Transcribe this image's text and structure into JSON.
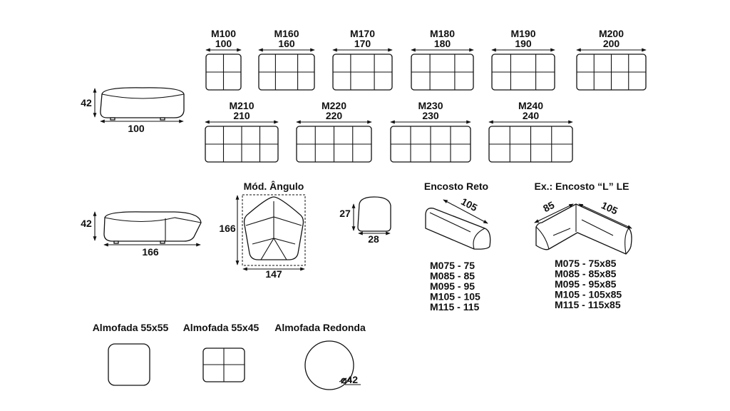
{
  "modules": [
    {
      "code": "M100",
      "width": "100",
      "cols": 2
    },
    {
      "code": "M160",
      "width": "160",
      "cols": 3
    },
    {
      "code": "M170",
      "width": "170",
      "cols": 3
    },
    {
      "code": "M180",
      "width": "180",
      "cols": 3
    },
    {
      "code": "M190",
      "width": "190",
      "cols": 3
    },
    {
      "code": "M200",
      "width": "200",
      "cols": 4
    },
    {
      "code": "M210",
      "width": "210",
      "cols": 4
    },
    {
      "code": "M220",
      "width": "220",
      "cols": 4
    },
    {
      "code": "M230",
      "width": "230",
      "cols": 4
    },
    {
      "code": "M240",
      "width": "240",
      "cols": 4
    }
  ],
  "ottoman_100": {
    "height": "42",
    "width": "100"
  },
  "ottoman_166": {
    "height": "42",
    "width": "166"
  },
  "angle_module": {
    "title": "Mód. Ângulo",
    "depth": "166",
    "width": "147"
  },
  "small_seat": {
    "height": "27",
    "width": "28"
  },
  "straight_back": {
    "title": "Encosto Reto",
    "length": "105",
    "sizes": [
      "M075 - 75",
      "M085 - 85",
      "M095 - 95",
      "M105 - 105",
      "M115 - 115"
    ]
  },
  "l_back": {
    "title": "Ex.: Encosto “L” LE",
    "side_a": "85",
    "side_b": "105",
    "sizes": [
      "M075 - 75x85",
      "M085 - 85x85",
      "M095 - 95x85",
      "M105 - 105x85",
      "M115 - 115x85"
    ]
  },
  "cushions": [
    {
      "title": "Almofada 55x55"
    },
    {
      "title": "Almofada 55x45"
    },
    {
      "title": "Almofada Redonda",
      "diameter": "⌀42"
    }
  ]
}
